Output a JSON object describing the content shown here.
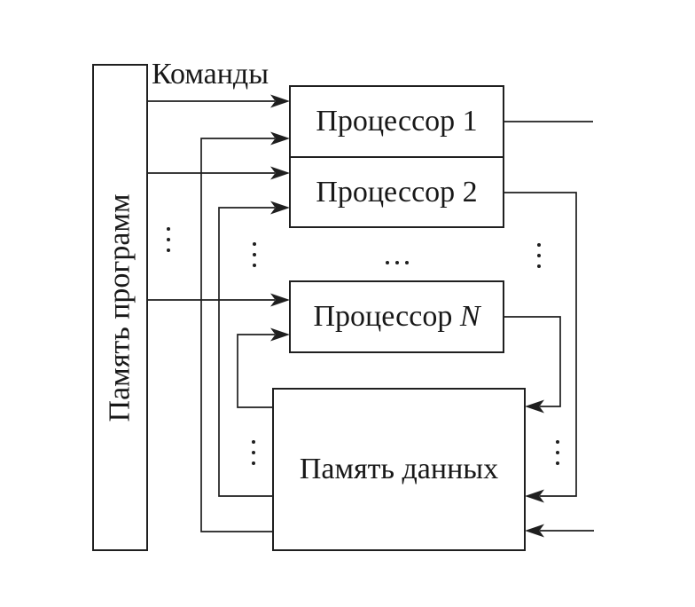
{
  "diagram": {
    "commands_label": "Команды",
    "blocks": {
      "program_memory": "Память программ",
      "processor_1": "Процессор 1",
      "processor_2": "Процессор 2",
      "processor_n_prefix": "Процессор ",
      "processor_n_var": "N",
      "data_memory": "Память данных"
    },
    "icons": {
      "vertical_ellipsis": "⋮",
      "horizontal_ellipsis": "...",
      "arrowhead": "solid black stealth triangle"
    },
    "colors": {
      "line": "#1f1f1f",
      "box_fill": "#ffffff",
      "text": "#181818",
      "background": "#ffffff"
    }
  }
}
